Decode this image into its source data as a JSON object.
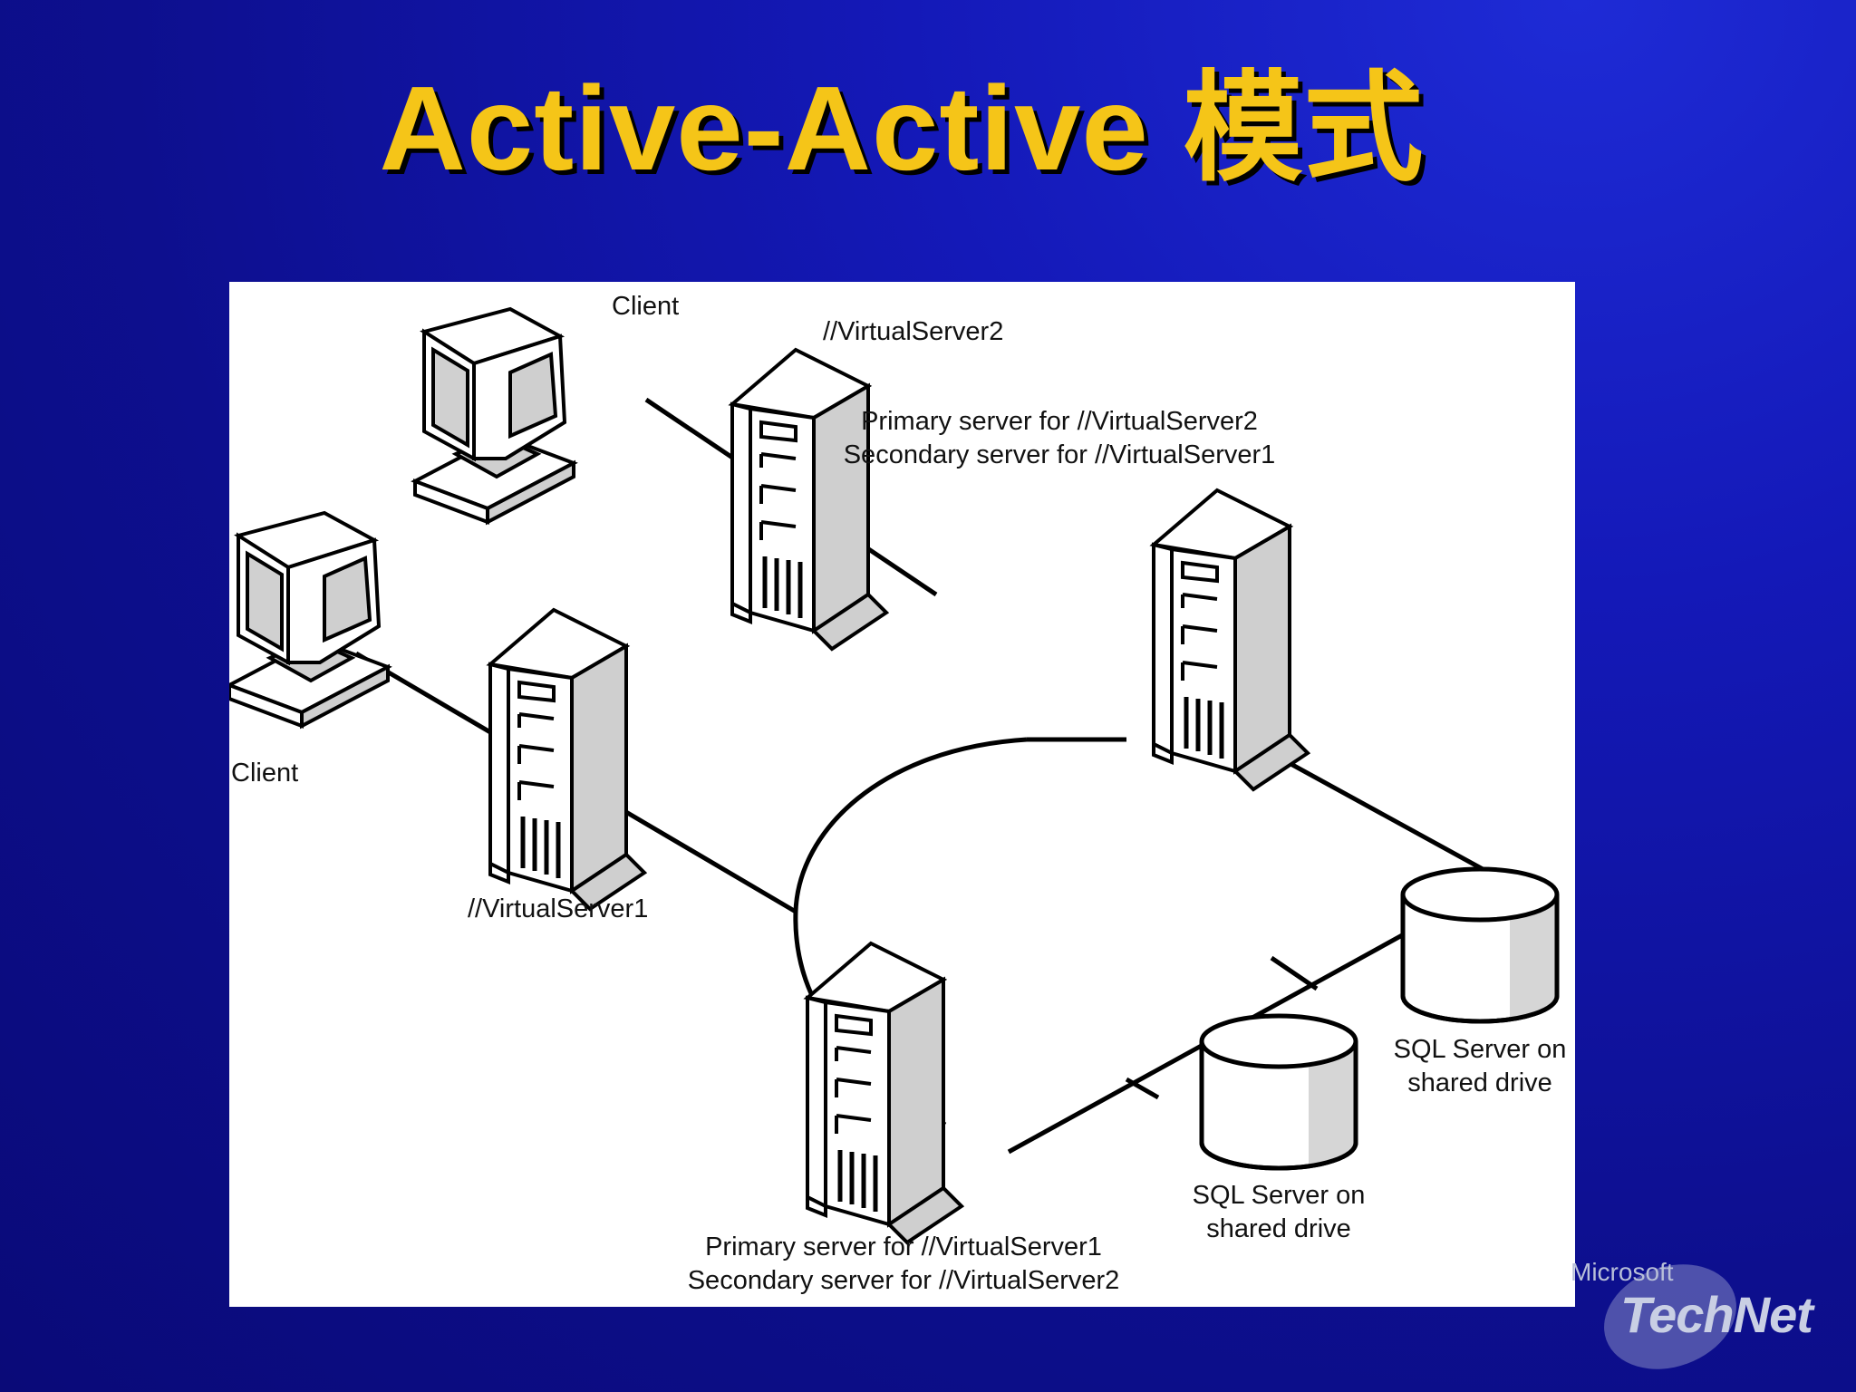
{
  "slide": {
    "title": "Active-Active 模式"
  },
  "diagram": {
    "labels": {
      "client_top": "Client",
      "client_left": "Client",
      "virtual_server2": "//VirtualServer2",
      "virtual_server1": "//VirtualServer1",
      "right_server_line1": "Primary server for //VirtualServer2",
      "right_server_line2": "Secondary server for //VirtualServer1",
      "bottom_server_line1": "Primary server for //VirtualServer1",
      "bottom_server_line2": "Secondary server for //VirtualServer2",
      "drive_right_line1": "SQL Server on",
      "drive_right_line2": "shared drive",
      "drive_bottom_line1": "SQL Server on",
      "drive_bottom_line2": "shared drive"
    }
  },
  "logo": {
    "brand": "Microsoft",
    "product": "TechNet"
  },
  "colors": {
    "background": "#0d0f8e",
    "title": "#f5c518",
    "panel": "#ffffff"
  }
}
